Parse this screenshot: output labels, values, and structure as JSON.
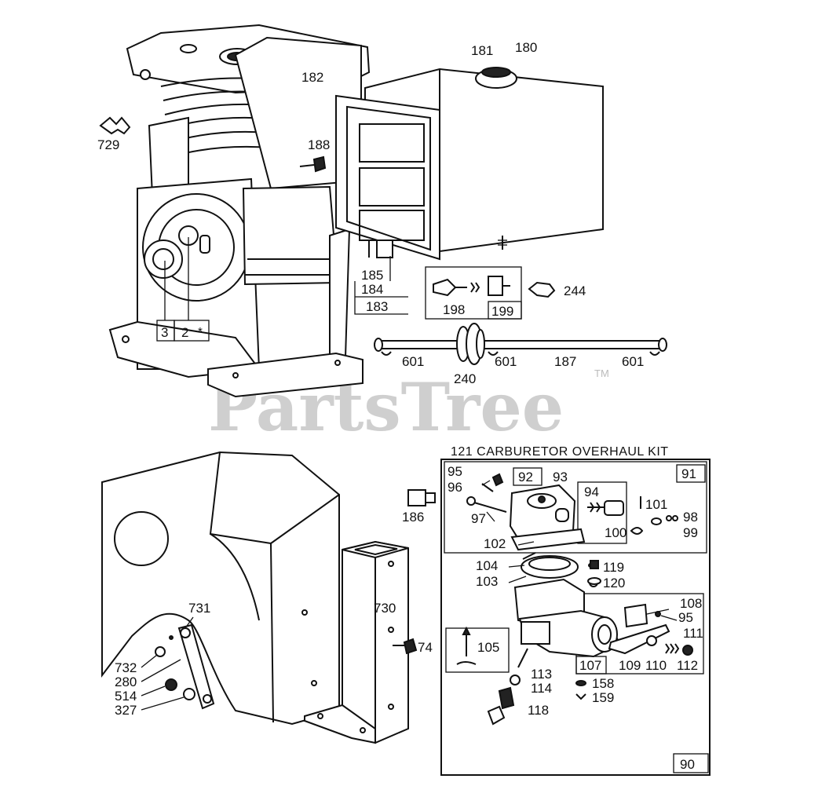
{
  "watermark": {
    "text": "PartsTree",
    "trademark": "TM"
  },
  "kit_title": "121 CARBURETOR OVERHAUL KIT",
  "labels": {
    "p181": "181",
    "p180": "180",
    "p182": "182",
    "p729": "729",
    "p188": "188",
    "p185": "185",
    "p184": "184",
    "p183": "183",
    "p198": "198",
    "p199": "199",
    "p244": "244",
    "p3": "3",
    "p2": "2",
    "star": "*",
    "p601a": "601",
    "p601b": "601",
    "p187": "187",
    "p601c": "601",
    "p240": "240",
    "p95a": "95",
    "p96": "96",
    "p92": "92",
    "p93": "93",
    "p91": "91",
    "p97": "97",
    "p94": "94",
    "p101": "101",
    "p98": "98",
    "p100": "100",
    "p99": "99",
    "p102": "102",
    "p186": "186",
    "p104": "104",
    "p103": "103",
    "p119": "119",
    "p120": "120",
    "p108": "108",
    "p95b": "95",
    "p111": "111",
    "p105": "105",
    "p107": "107",
    "p109": "109",
    "p110": "110",
    "p112": "112",
    "p113": "113",
    "p114": "114",
    "p158": "158",
    "p159": "159",
    "p118": "118",
    "p90": "90",
    "p731": "731",
    "p730": "730",
    "p74": "74",
    "p732": "732",
    "p280": "280",
    "p514": "514",
    "p327": "327"
  }
}
